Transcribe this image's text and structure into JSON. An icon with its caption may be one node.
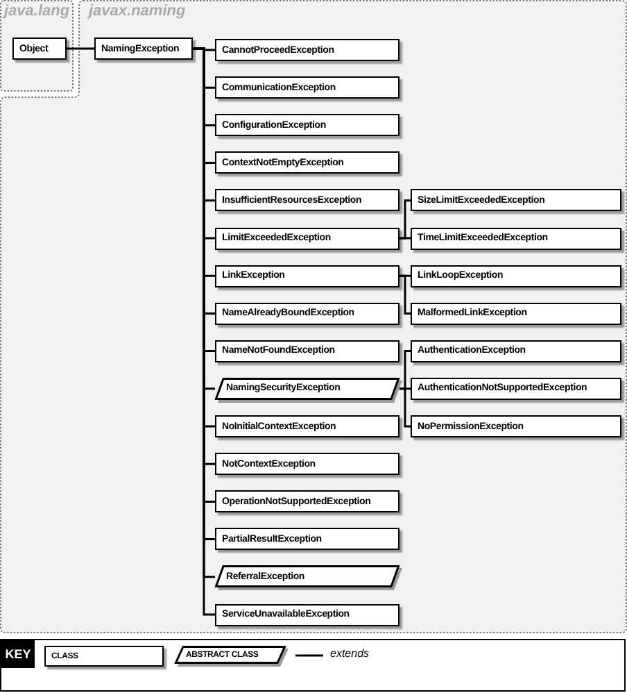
{
  "diagram": {
    "nodes": [
      {
        "text": [
          "java.lang"
        ]
      },
      {
        "text": [
          "Object"
        ],
        "in": 0
      },
      {
        "text": [
          "javax.naming"
        ]
      },
      {
        "text": [
          "NamingException"
        ],
        "in": 2
      },
      {
        "text": [
          "CannotProceedException"
        ],
        "in": 2
      },
      {
        "text": [
          "CommunicationException"
        ],
        "in": 2
      },
      {
        "text": [
          "ConfigurationException"
        ],
        "in": 2
      },
      {
        "text": [
          "ContextNotEmptyException"
        ],
        "in": 2
      },
      {
        "text": [
          "InsufficientResourcesException"
        ],
        "in": 2
      },
      {
        "text": [
          "LimitExceededException"
        ],
        "in": 2
      },
      {
        "text": [
          "SizeLimitExceededException"
        ],
        "in": 2
      },
      {
        "text": [
          "TimeLimitExceededException"
        ],
        "in": 2
      },
      {
        "text": [
          "LinkException"
        ],
        "in": 2
      },
      {
        "text": [
          "LinkLoopException"
        ],
        "in": 2
      },
      {
        "text": [
          "MalformedLinkException"
        ],
        "in": 2
      },
      {
        "text": [
          "NameAlreadyBoundException"
        ],
        "in": 2
      },
      {
        "text": [
          "NameNotFoundException"
        ],
        "in": 2
      },
      {
        "text": [
          "NamingSecurityException"
        ],
        "in": 2
      },
      {
        "text": [
          "AuthenticationException"
        ],
        "in": 2
      },
      {
        "text": [
          "AuthenticationNotSupportedException"
        ],
        "in": 2
      },
      {
        "text": [
          "NoPermissionException"
        ],
        "in": 2
      },
      {
        "text": [
          "NoInitialContextException"
        ],
        "in": 2
      },
      {
        "text": [
          "NotContextException"
        ],
        "in": 2
      },
      {
        "text": [
          "OperationNotSupportedException"
        ],
        "in": 2
      },
      {
        "text": [
          "PartialResultException"
        ],
        "in": 2
      },
      {
        "text": [
          "ReferralException"
        ],
        "in": 2
      },
      {
        "text": [
          "ServiceUnavailableException"
        ],
        "in": 2
      }
    ],
    "edges": [
      {
        "from": 1,
        "to": 3,
        "arrow": "none"
      },
      {
        "from": 3,
        "to": 4,
        "arrow": "none"
      },
      {
        "from": 3,
        "to": 5,
        "arrow": "none"
      },
      {
        "from": 3,
        "to": 6,
        "arrow": "none"
      },
      {
        "from": 3,
        "to": 7,
        "arrow": "none"
      },
      {
        "from": 3,
        "to": 8,
        "arrow": "none"
      },
      {
        "from": 3,
        "to": 9,
        "arrow": "none"
      },
      {
        "from": 9,
        "to": 10,
        "arrow": "none"
      },
      {
        "from": 9,
        "to": 11,
        "arrow": "none"
      },
      {
        "from": 3,
        "to": 12,
        "arrow": "none"
      },
      {
        "from": 12,
        "to": 13,
        "arrow": "none"
      },
      {
        "from": 12,
        "to": 14,
        "arrow": "none"
      },
      {
        "from": 3,
        "to": 15,
        "arrow": "none"
      },
      {
        "from": 3,
        "to": 16,
        "arrow": "none"
      },
      {
        "from": 3,
        "to": 17,
        "arrow": "none"
      },
      {
        "from": 17,
        "to": 18,
        "arrow": "none"
      },
      {
        "from": 17,
        "to": 19,
        "arrow": "none"
      },
      {
        "from": 17,
        "to": 20,
        "arrow": "none"
      },
      {
        "from": 3,
        "to": 21,
        "arrow": "none"
      },
      {
        "from": 3,
        "to": 22,
        "arrow": "none"
      },
      {
        "from": 3,
        "to": 23,
        "arrow": "none"
      },
      {
        "from": 3,
        "to": 24,
        "arrow": "none"
      },
      {
        "from": 3,
        "to": 25,
        "arrow": "none"
      },
      {
        "from": 3,
        "to": 26,
        "arrow": "none"
      }
    ],
    "labels": [
      "KEY"
    ],
    "legend": [
      {
        "text": "CLASS"
      },
      {
        "text": "ABSTRACT CLASS"
      },
      {
        "text": "extends"
      }
    ]
  }
}
